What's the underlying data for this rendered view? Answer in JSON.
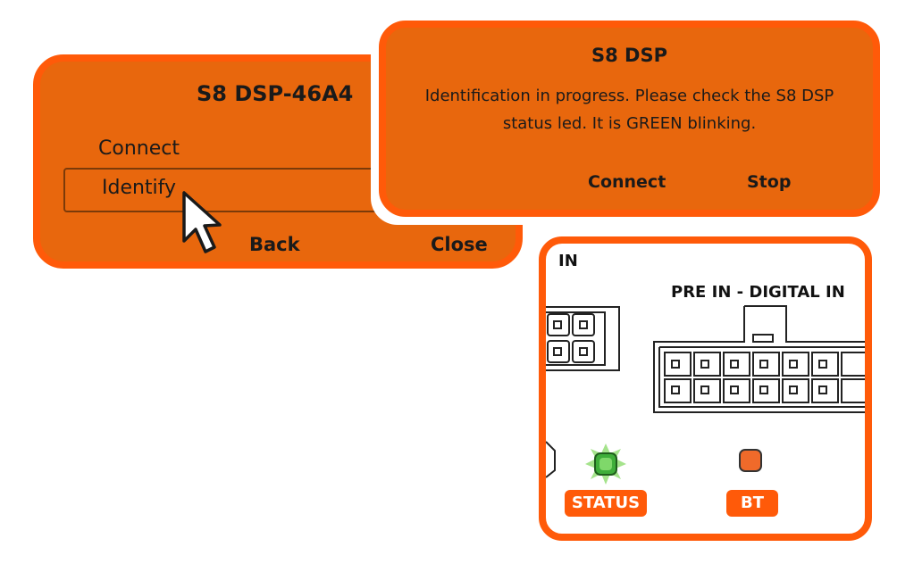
{
  "device_menu": {
    "title": "S8 DSP-46A4",
    "items": [
      {
        "label": "Connect",
        "selected": false
      },
      {
        "label": "Identify",
        "selected": true
      }
    ],
    "buttons": {
      "back": "Back",
      "close": "Close"
    }
  },
  "dialog": {
    "title": "S8 DSP",
    "message": "Identification in progress. Please check the S8 DSP status led. It is GREEN blinking.",
    "buttons": {
      "connect": "Connect",
      "stop": "Stop"
    }
  },
  "hardware": {
    "label_in": "IN",
    "label_pre_in": "PRE IN - DIGITAL IN",
    "status_badge": "STATUS",
    "bt_badge": "BT",
    "status_led_color": "#3fae3a",
    "bt_led_color": "#f06a2a"
  },
  "colors": {
    "panel_fill": "#e8670d",
    "panel_border": "#ff5a09"
  }
}
